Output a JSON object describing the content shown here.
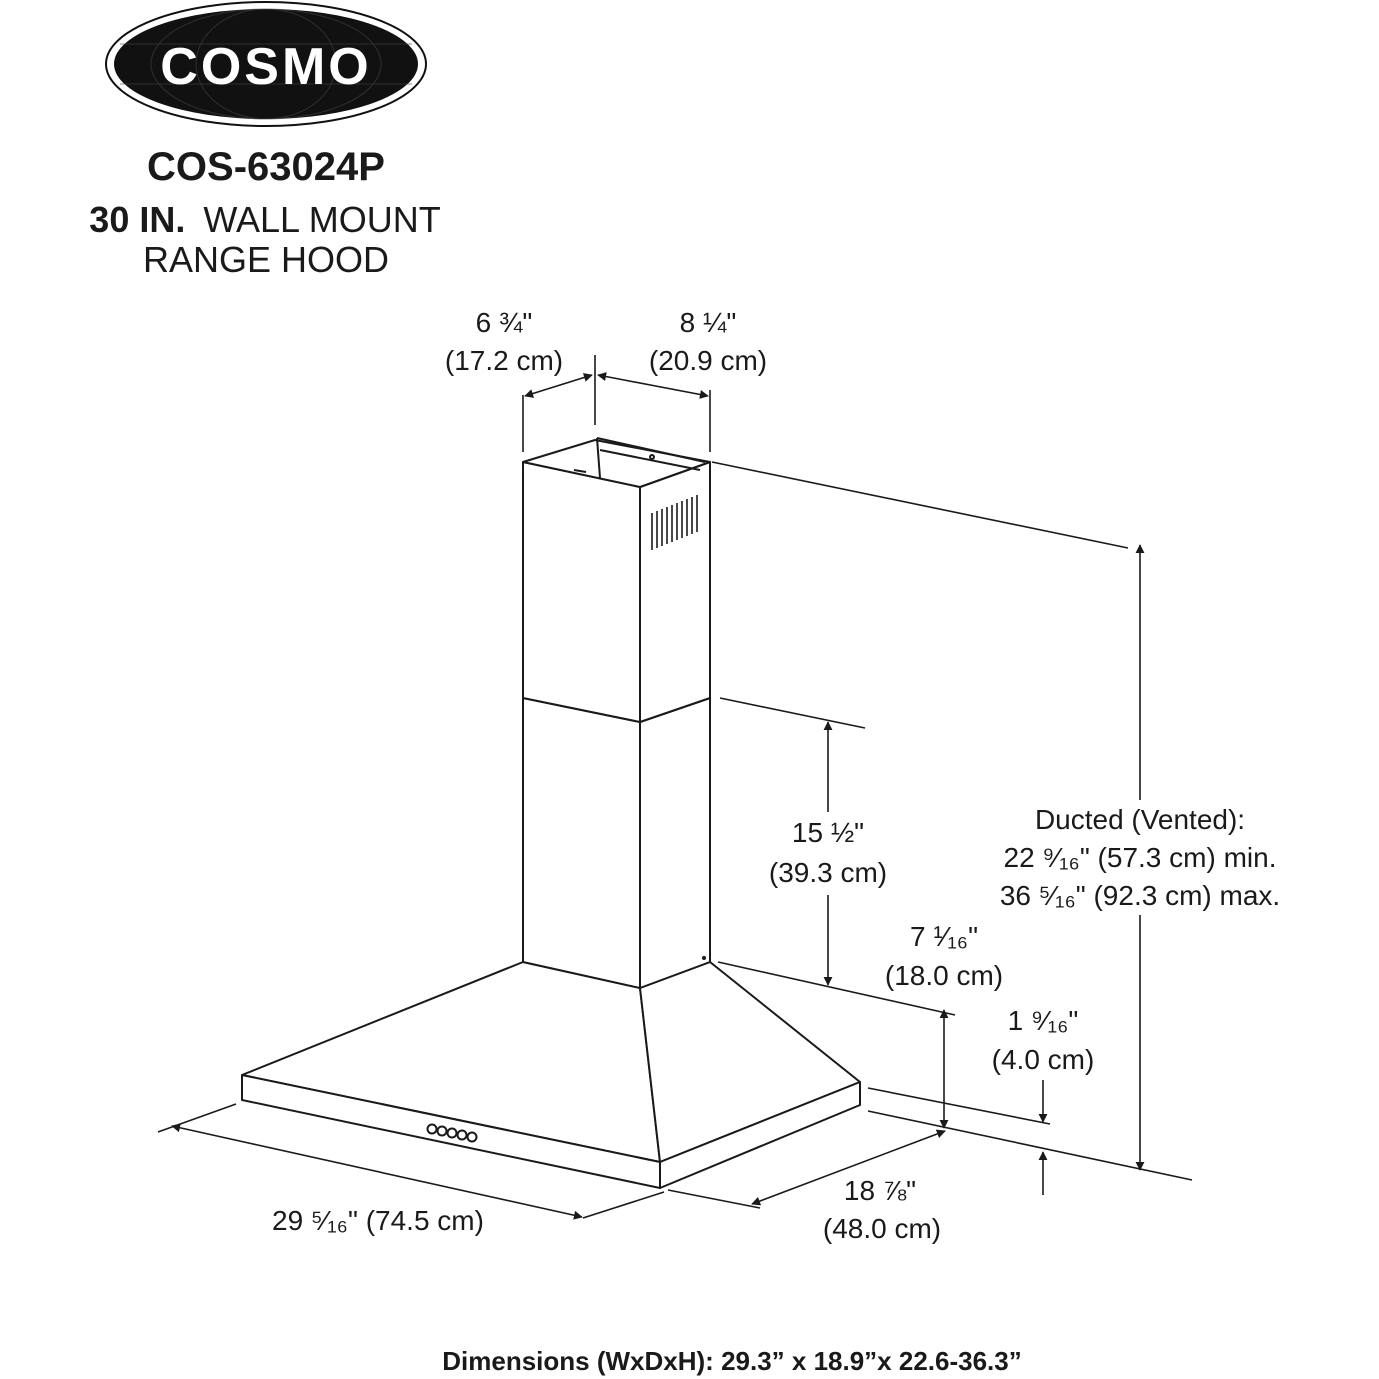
{
  "brand": {
    "name": "COSMO"
  },
  "product": {
    "model": "COS-63024P",
    "size_bold": "30 IN.",
    "title_line1": "WALL MOUNT",
    "title_line2": "RANGE HOOD"
  },
  "dimensions": {
    "chimney_width": {
      "imperial": "6 ¾\"",
      "metric": "(17.2 cm)"
    },
    "chimney_depth": {
      "imperial": "8 ¼\"",
      "metric": "(20.9 cm)"
    },
    "lower_chimney_height": {
      "imperial": "15 ½\"",
      "metric": "(39.3 cm)"
    },
    "canopy_height": {
      "imperial": "7 ¹⁄₁₆\"",
      "metric": "(18.0 cm)"
    },
    "front_edge_height": {
      "imperial": "1 ⁹⁄₁₆\"",
      "metric": "(4.0 cm)"
    },
    "ducted_height": {
      "label": "Ducted (Vented):",
      "min": "22 ⁹⁄₁₆\" (57.3 cm) min.",
      "max": "36 ⁵⁄₁₆\" (92.3 cm) max."
    },
    "hood_width": {
      "label": "29 ⁵⁄₁₆\" (74.5 cm)"
    },
    "hood_depth": {
      "imperial": "18 ⅞\"",
      "metric": "(48.0 cm)"
    }
  },
  "footer": {
    "summary": "Dimensions (WxDxH): 29.3” x 18.9”x 22.6-36.3”"
  },
  "colors": {
    "ink": "#1a1a1a",
    "logo_fill": "#111111",
    "logo_text": "#ffffff"
  }
}
